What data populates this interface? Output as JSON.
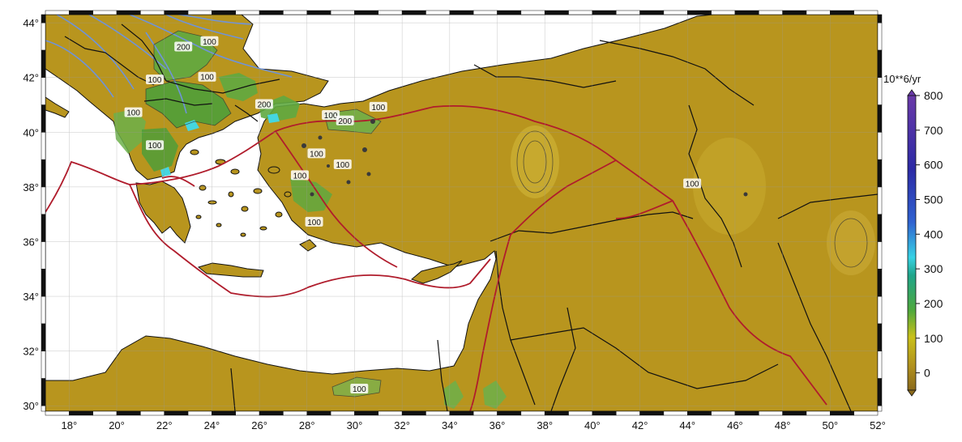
{
  "map": {
    "lon_range": [
      17,
      52
    ],
    "lat_range": [
      29.8,
      44.3
    ],
    "lon_ticks": [
      18,
      20,
      22,
      24,
      26,
      28,
      30,
      32,
      34,
      36,
      38,
      40,
      42,
      44,
      46,
      48,
      50,
      52
    ],
    "lat_ticks": [
      30,
      32,
      34,
      36,
      38,
      40,
      42,
      44
    ],
    "lon_tick_labels": [
      "18°",
      "20°",
      "22°",
      "24°",
      "26°",
      "28°",
      "30°",
      "32°",
      "34°",
      "36°",
      "38°",
      "40°",
      "42°",
      "44°",
      "46°",
      "48°",
      "50°",
      "52°"
    ],
    "lat_tick_labels": [
      "30°",
      "32°",
      "34°",
      "36°",
      "38°",
      "40°",
      "42°",
      "44°"
    ],
    "grid": true,
    "contour_labels": [
      {
        "text": "100",
        "lon": 20.7,
        "lat": 40.7
      },
      {
        "text": "100",
        "lon": 21.6,
        "lat": 41.9
      },
      {
        "text": "200",
        "lon": 22.8,
        "lat": 43.1
      },
      {
        "text": "100",
        "lon": 23.8,
        "lat": 42.0
      },
      {
        "text": "100",
        "lon": 23.9,
        "lat": 43.3
      },
      {
        "text": "200",
        "lon": 26.2,
        "lat": 41.0
      },
      {
        "text": "100",
        "lon": 21.6,
        "lat": 39.5
      },
      {
        "text": "100",
        "lon": 29.0,
        "lat": 40.6
      },
      {
        "text": "200",
        "lon": 29.6,
        "lat": 40.4
      },
      {
        "text": "100",
        "lon": 31.0,
        "lat": 40.9
      },
      {
        "text": "100",
        "lon": 28.4,
        "lat": 39.2
      },
      {
        "text": "100",
        "lon": 29.5,
        "lat": 38.8
      },
      {
        "text": "100",
        "lon": 27.7,
        "lat": 38.4
      },
      {
        "text": "100",
        "lon": 28.3,
        "lat": 36.7
      },
      {
        "text": "100",
        "lon": 44.2,
        "lat": 38.1
      },
      {
        "text": "100",
        "lon": 30.2,
        "lat": 30.6
      }
    ]
  },
  "colorbar": {
    "unit": "10**6/yr",
    "min": -50,
    "max": 800,
    "ticks": [
      0,
      100,
      200,
      300,
      400,
      500,
      600,
      700,
      800
    ],
    "tick_labels": [
      "0",
      "100",
      "200",
      "300",
      "400",
      "500",
      "600",
      "700",
      "800"
    ]
  },
  "colors": {
    "land": "#b8951e",
    "sea": "#ffffff",
    "green": "#5fa840",
    "cyan": "#45d6e0",
    "boundary": "#b01c2c",
    "border": "#111111",
    "velocity_contour": "#6f93d8"
  }
}
